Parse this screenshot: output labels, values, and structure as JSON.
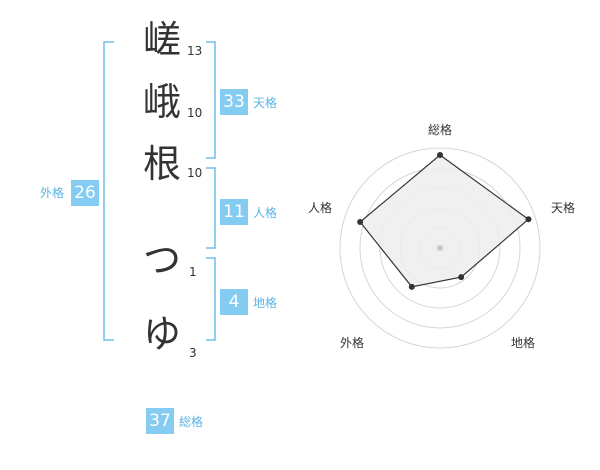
{
  "theme": {
    "accent": "#85ccf2",
    "bracket": "#6ebde9",
    "label": "#5ab4e5",
    "text": "#333333",
    "radar_fill": "#ededed",
    "radar_ring": "#d6d6d6",
    "radar_line": "#333333"
  },
  "name": {
    "characters": [
      {
        "char": "嵯",
        "strokes": "13"
      },
      {
        "char": "峨",
        "strokes": "10"
      },
      {
        "char": "根",
        "strokes": "10"
      },
      {
        "char": "つ",
        "strokes": "1"
      },
      {
        "char": "ゆ",
        "strokes": "3"
      }
    ]
  },
  "fortune": {
    "tenkaku": {
      "value": "33",
      "label": "天格"
    },
    "jinkaku": {
      "value": "11",
      "label": "人格"
    },
    "chikaku": {
      "value": "4",
      "label": "地格"
    },
    "gaikaku": {
      "value": "26",
      "label": "外格"
    },
    "soukaku": {
      "value": "37",
      "label": "総格"
    }
  },
  "radar": {
    "axes": [
      "総格",
      "天格",
      "地格",
      "外格",
      "人格"
    ],
    "values": [
      0.93,
      0.93,
      0.36,
      0.48,
      0.84
    ]
  }
}
